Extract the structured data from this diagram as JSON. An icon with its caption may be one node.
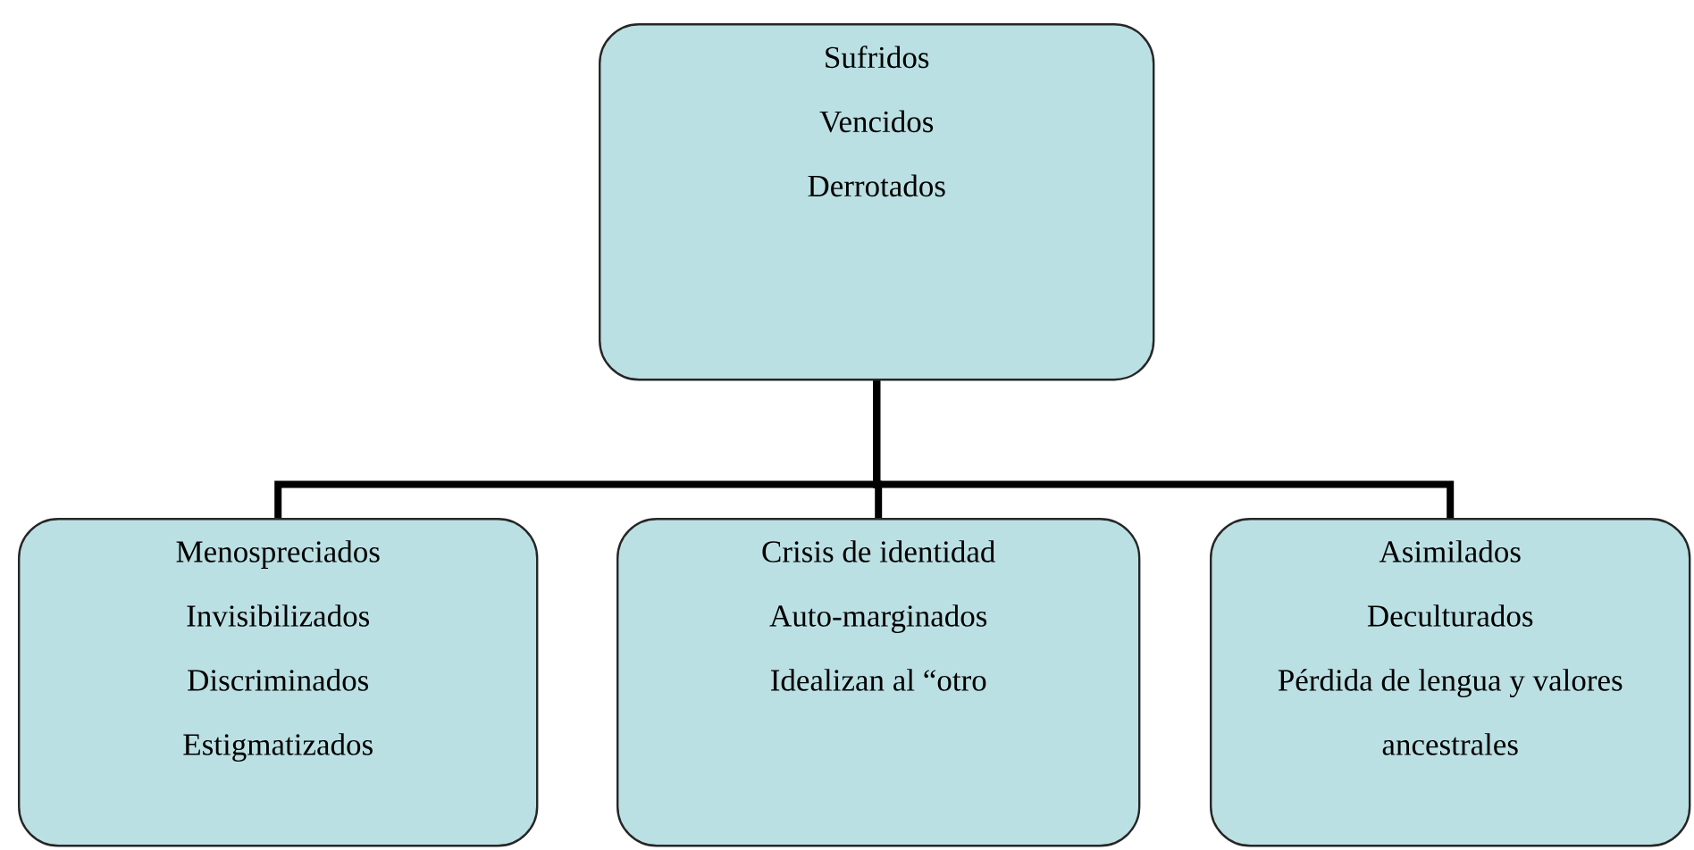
{
  "diagram": {
    "nodes": [
      {
        "text": [
          "Sufridos",
          "Vencidos",
          "Derrotados"
        ]
      },
      {
        "text": [
          "Menospreciados",
          "Invisibilizados",
          "Discriminados",
          "Estigmatizados"
        ]
      },
      {
        "text": [
          "Crisis  de identidad",
          "Auto-marginados",
          "Idealizan al “otro"
        ]
      },
      {
        "text": [
          "Asimilados",
          "Deculturados",
          "Pérdida de lengua y valores ancestrales"
        ]
      }
    ],
    "edges": [
      {
        "from": 0,
        "to": 1,
        "arrow": "none"
      },
      {
        "from": 0,
        "to": 2,
        "arrow": "none"
      },
      {
        "from": 0,
        "to": 3,
        "arrow": "none"
      }
    ]
  }
}
